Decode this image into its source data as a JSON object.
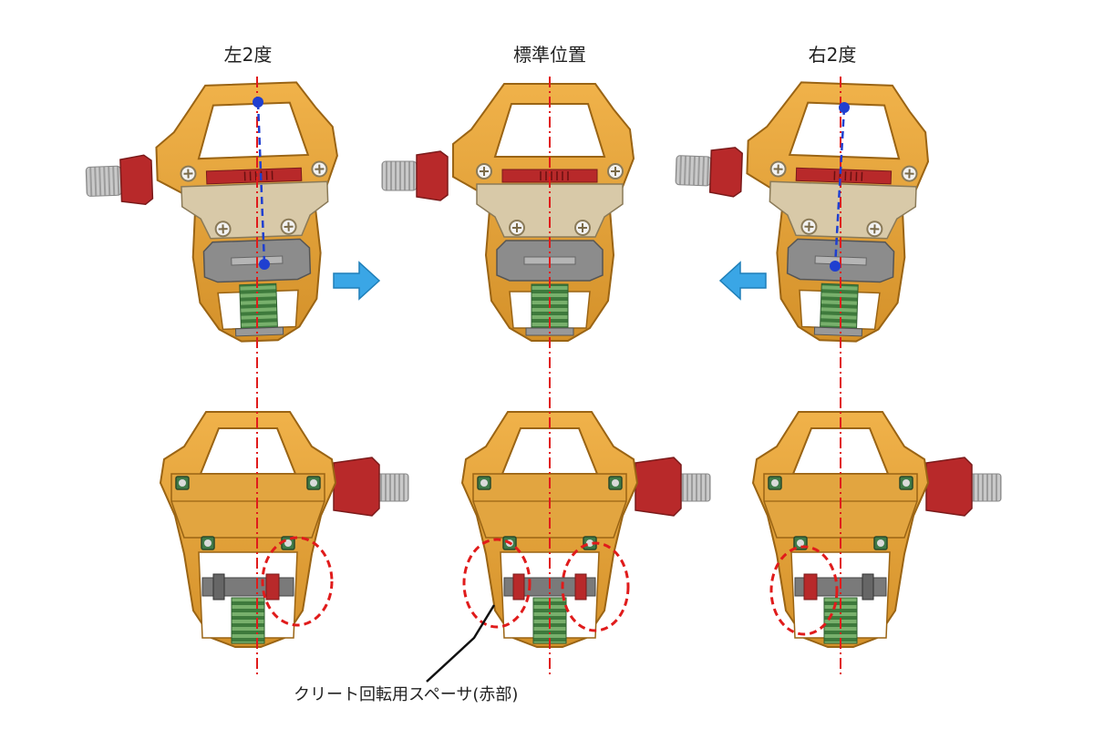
{
  "panels": [
    {
      "title": "左2度"
    },
    {
      "title": "標準位置"
    },
    {
      "title": "右2度"
    }
  ],
  "callout": {
    "label": "クリート回転用スペーサ(赤部)"
  },
  "colors": {
    "body": "#E6A43A",
    "body_dark": "#B77618",
    "spacer_red": "#B8292A",
    "plate": "#D8C9A8",
    "cleat_gray": "#8A8A8A",
    "spring_green": "#4E8C4A",
    "axis_red": "#E01B1B",
    "offset_blue": "#1F3FD0",
    "arrow_blue": "#3AA6E6"
  },
  "icons": {
    "direction_arrow": "arrow-icon"
  }
}
